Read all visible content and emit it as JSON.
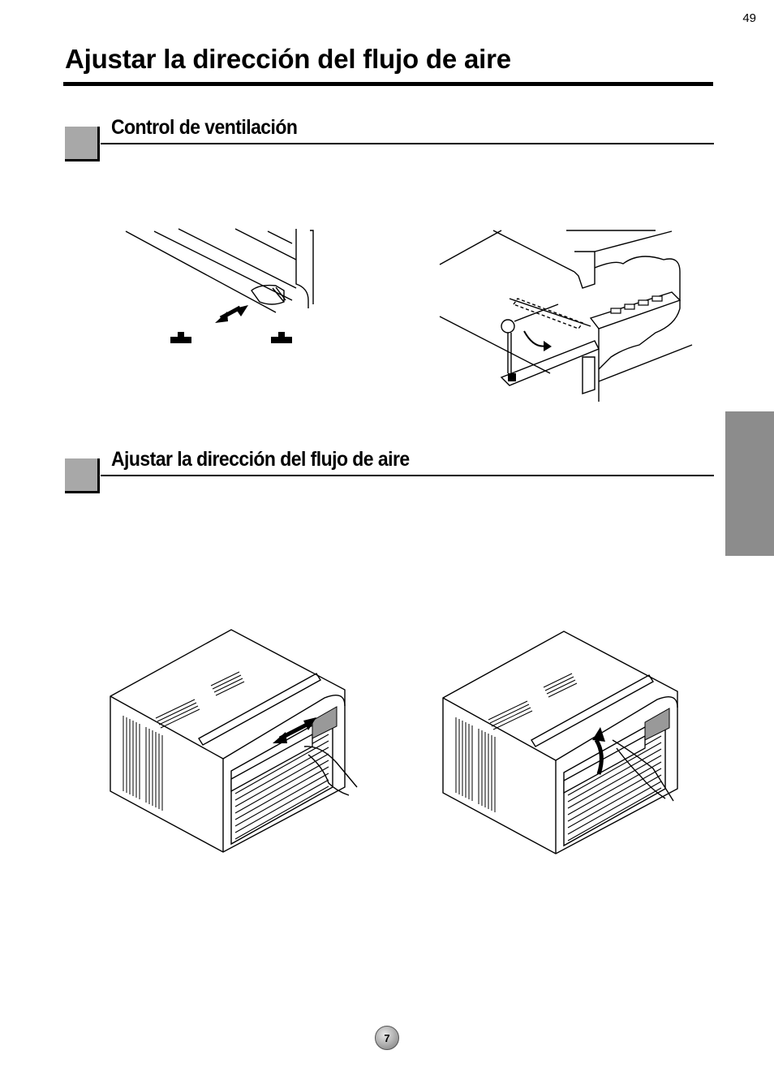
{
  "page": {
    "number": "49",
    "title": "Ajustar la dirección del flujo de aire"
  },
  "sections": [
    {
      "heading": "Control de ventilación"
    },
    {
      "heading": "Ajustar la dirección del flujo de aire"
    }
  ],
  "footer": {
    "badge": "7"
  },
  "colors": {
    "section_square": "#a8a8a8",
    "side_tab": "#8c8c8c",
    "rule": "#000000"
  },
  "icons": [
    "vent-lever-illustration",
    "vent-slide-illustration",
    "ac-unit-horizontal-louver-illustration",
    "ac-unit-vertical-louver-illustration"
  ]
}
